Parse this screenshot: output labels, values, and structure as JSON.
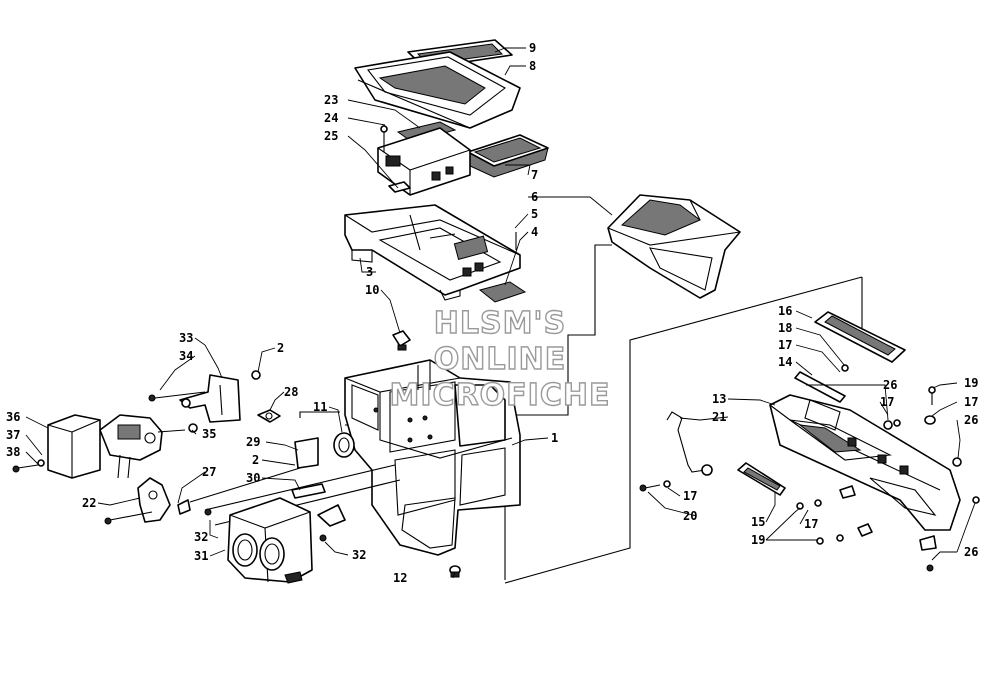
{
  "watermark": {
    "line1": "HLSM'S",
    "line2": "ONLINE",
    "line3": "MICROFICHE"
  },
  "callouts": {
    "c1": "1",
    "c2a": "2",
    "c2b": "2",
    "c3": "3",
    "c4": "4",
    "c5": "5",
    "c6": "6",
    "c7": "7",
    "c8": "8",
    "c9": "9",
    "c10": "10",
    "c11": "11",
    "c12": "12",
    "c13": "13",
    "c14": "14",
    "c15": "15",
    "c16": "16",
    "c17a": "17",
    "c17b": "17",
    "c17c": "17",
    "c17d": "17",
    "c18": "18",
    "c19a": "19",
    "c19b": "19",
    "c20": "20",
    "c21": "21",
    "c22": "22",
    "c23": "23",
    "c24": "24",
    "c25": "25",
    "c26a": "26",
    "c26b": "26",
    "c26c": "26",
    "c27": "27",
    "c28": "28",
    "c29": "29",
    "c30": "30",
    "c31": "31",
    "c32a": "32",
    "c32b": "32",
    "c33": "33",
    "c34": "34",
    "c35": "35",
    "c36": "36",
    "c37": "37",
    "c38": "38"
  }
}
